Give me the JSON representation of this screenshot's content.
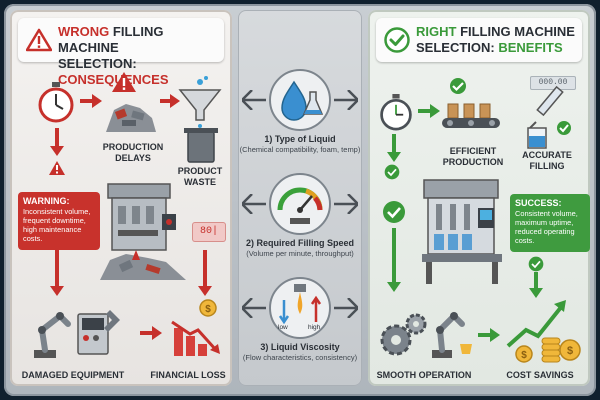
{
  "left": {
    "title_prefix": "Wrong",
    "title_main": " Filling Machine",
    "title_line2_a": "Selection: ",
    "title_line2_b": "Consequences",
    "labels": {
      "production_delays": "Production Delays",
      "product_waste": "Product Waste",
      "damaged_equipment": "Damaged Equipment",
      "financial_loss": "Financial Loss"
    },
    "warning": {
      "title": "WARNING:",
      "text": "Inconsistent volume, frequent downtime, high maintenance costs."
    },
    "display_text": "80|"
  },
  "middle": {
    "factors": [
      {
        "title": "1) Type of Liquid",
        "sub": "(Chemical compatibility, foam, temp)"
      },
      {
        "title": "2) Required Filling Speed",
        "sub": "(Volume per minute, throughput)"
      },
      {
        "title": "3) Liquid Viscosity",
        "sub": "(Flow characteristics, consistency)"
      }
    ],
    "viscosity_low": "low",
    "viscosity_high": "high"
  },
  "right": {
    "title_prefix": "Right",
    "title_main": " Filling Machine",
    "title_line2_a": "Selection: ",
    "title_line2_b": "Benefits",
    "labels": {
      "efficient_production": "Efficient Production",
      "accurate_filling": "Accurate Filling",
      "smooth_operation": "Smooth Operation",
      "cost_savings": "Cost Savings"
    },
    "success": {
      "title": "SUCCESS:",
      "text": "Consistent volume, maximum uptime, reduced operating costs."
    },
    "counter_text": "000.00"
  },
  "colors": {
    "red": "#c6302b",
    "green": "#3a9a3a",
    "warning_bg": "#c8322c",
    "success_bg": "#3f9b3f"
  }
}
